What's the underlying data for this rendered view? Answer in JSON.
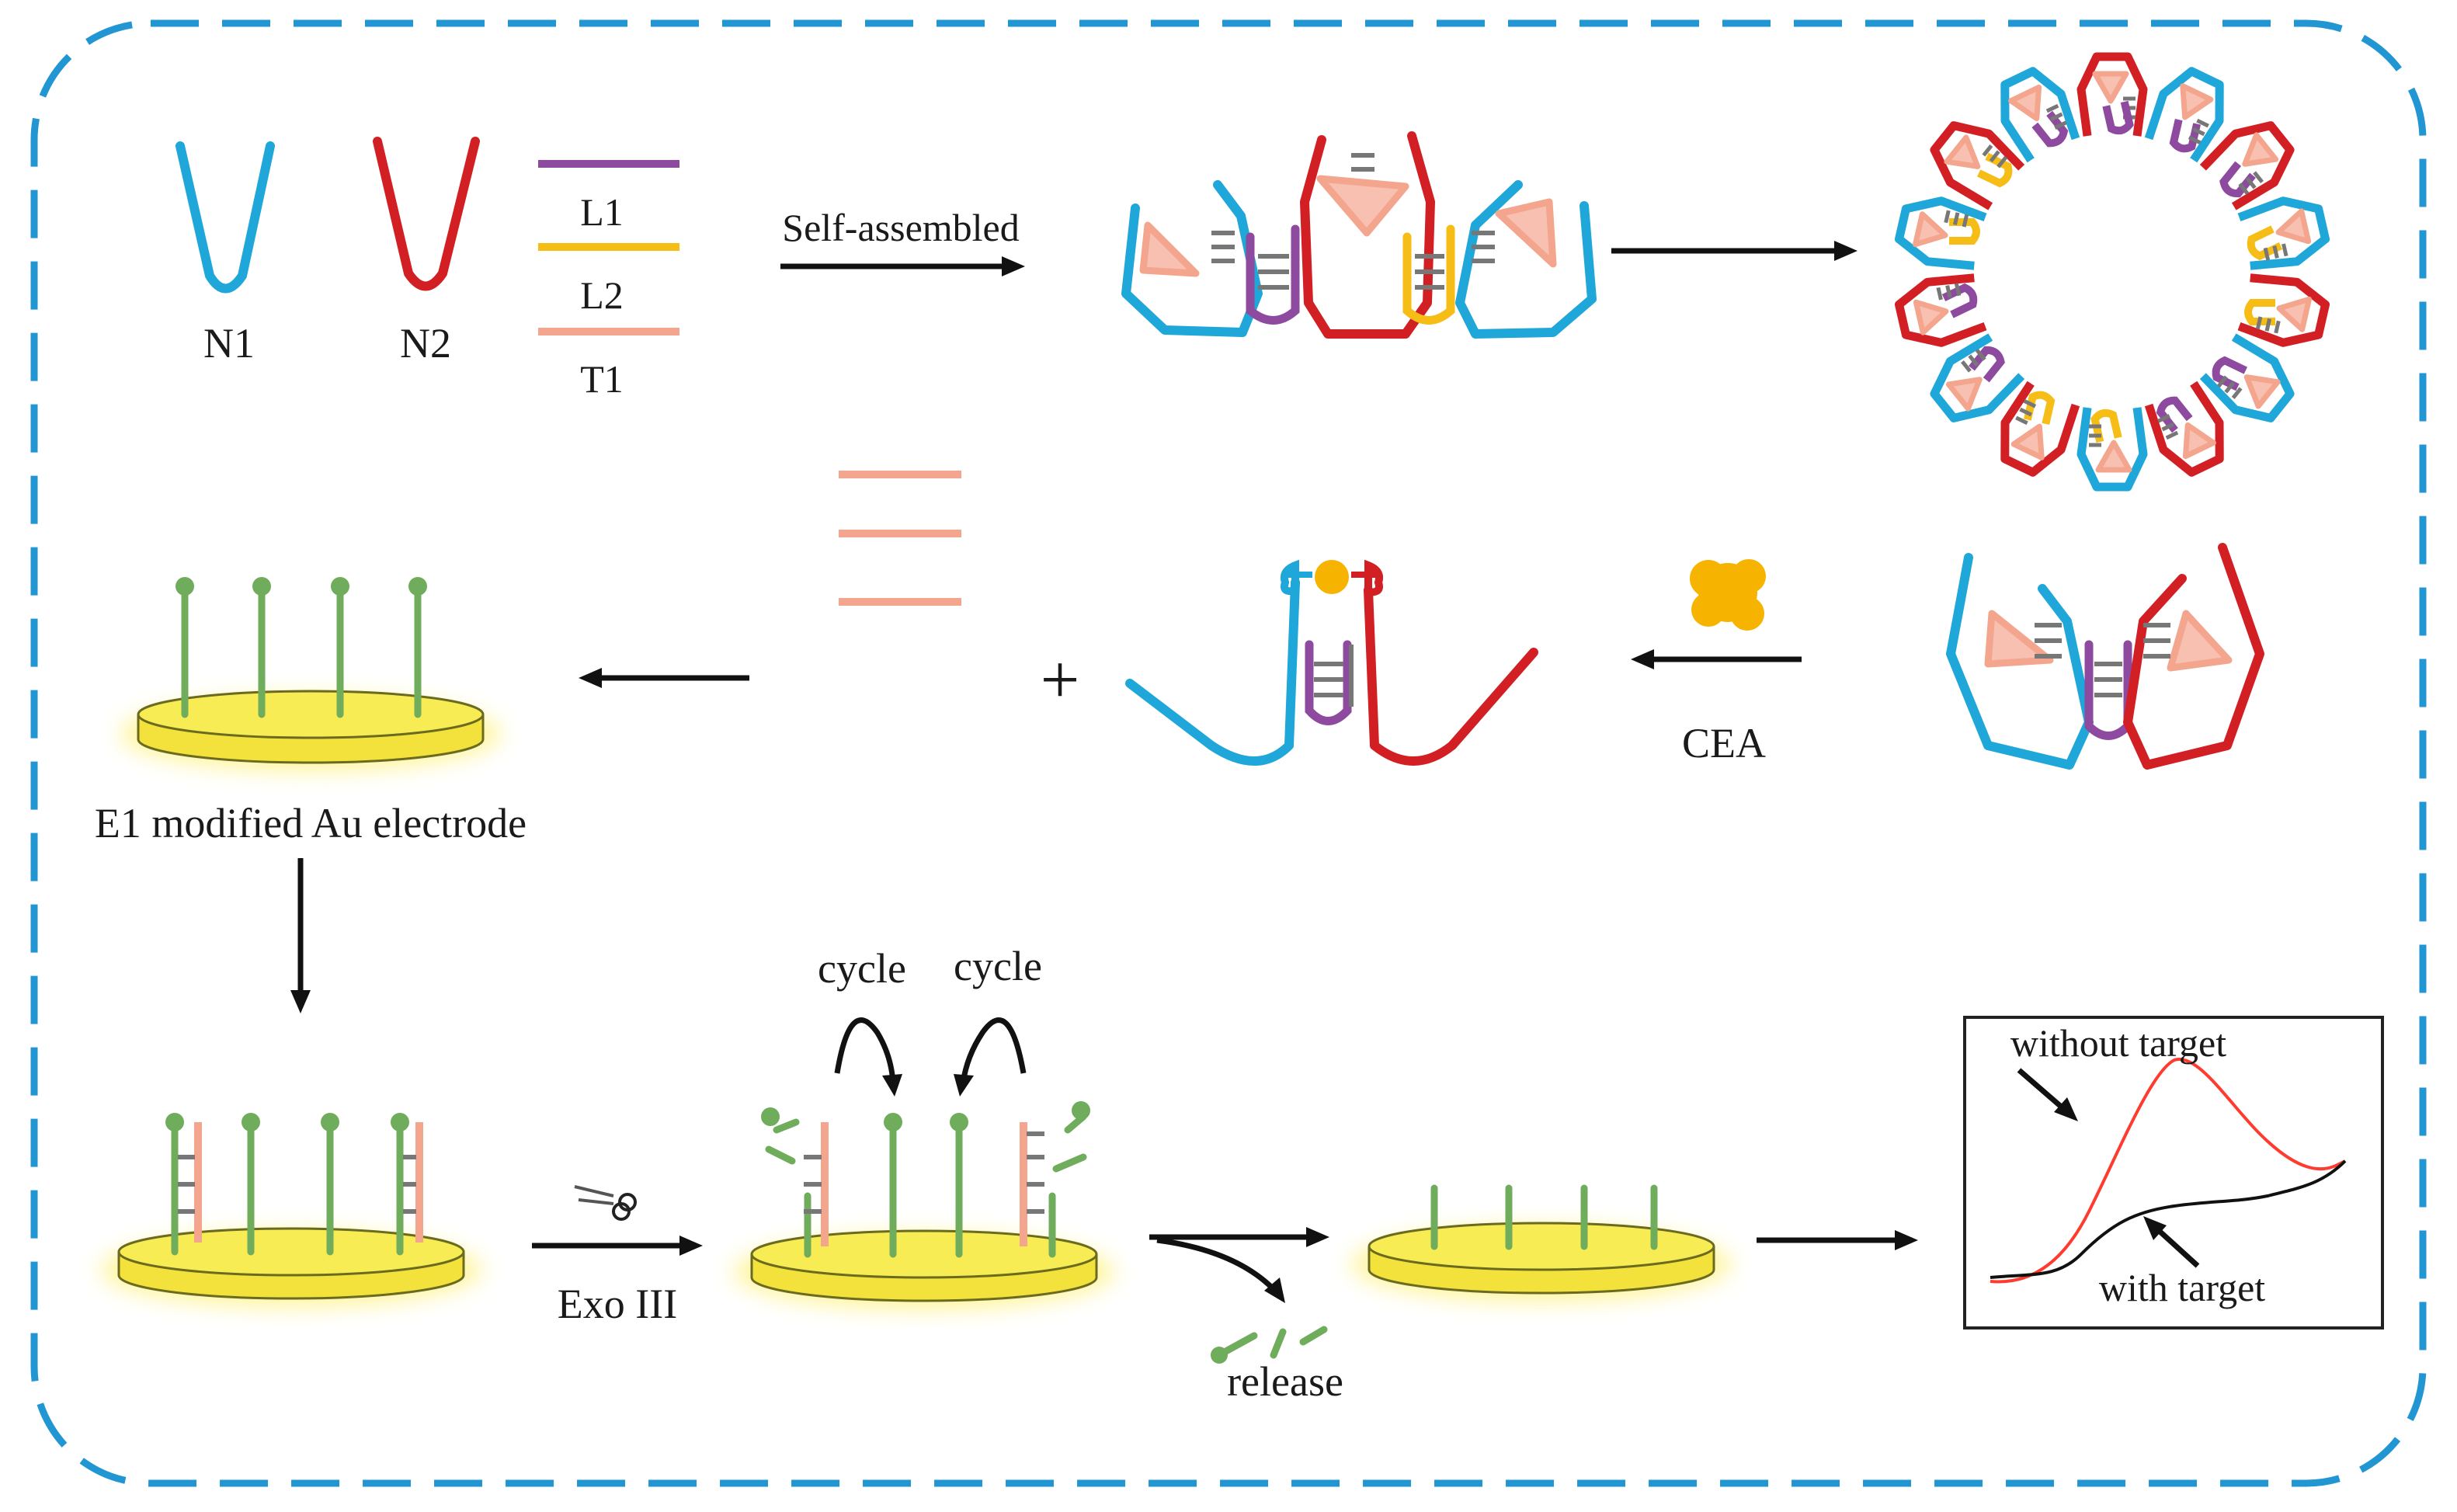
{
  "colors": {
    "frame": "#2196d3",
    "n1": "#1ea7d8",
    "n2": "#d21f24",
    "l1": "#8e4a9e",
    "l2": "#f5bd15",
    "t1": "#f4a58e",
    "probe": "#6fac5b",
    "electrode": "#f4e23c",
    "electrode_glow": "#fff38a",
    "cea": "#f6b300",
    "curve_without": "#ff3b30",
    "curve_with": "#111111",
    "stem": "#777777"
  },
  "legend": {
    "n1_label": "N1",
    "n2_label": "N2",
    "l1_label": "L1",
    "l2_label": "L2",
    "t1_label": "T1"
  },
  "steps": {
    "self_assembled_label": "Self-assembled",
    "cea_label": "CEA",
    "plus_sign": "+",
    "electrode_label": "E1 modified Au electrode",
    "exo_label": "Exo III",
    "cycle_left_label": "cycle",
    "cycle_right_label": "cycle",
    "release_label": "release"
  },
  "signal_plot": {
    "without_target_label": "without target",
    "with_target_label": "with target"
  },
  "icons": {
    "scissors": "scissors-icon",
    "cea_protein": "cea-protein-icon"
  }
}
